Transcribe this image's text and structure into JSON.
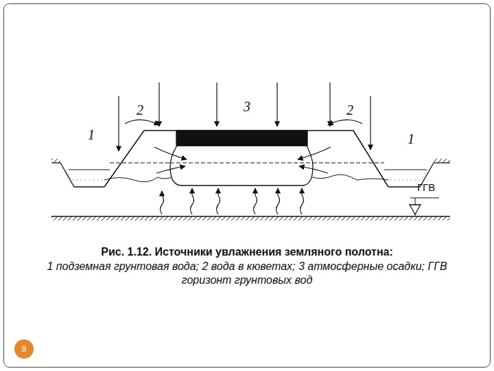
{
  "diagram": {
    "caption": "Рис. 1.12. Источники увлажнения земляного полотна:",
    "nodes": [
      {
        "text": [
          "8"
        ]
      }
    ],
    "labels": [
      "1",
      "2",
      "3",
      "2",
      "1",
      "ГГВ",
      "1 подземная грунтовая вода; 2 вода в кюветах; 3 атмосферные осадки; ГГВ горизонт грунтовых вод"
    ]
  }
}
